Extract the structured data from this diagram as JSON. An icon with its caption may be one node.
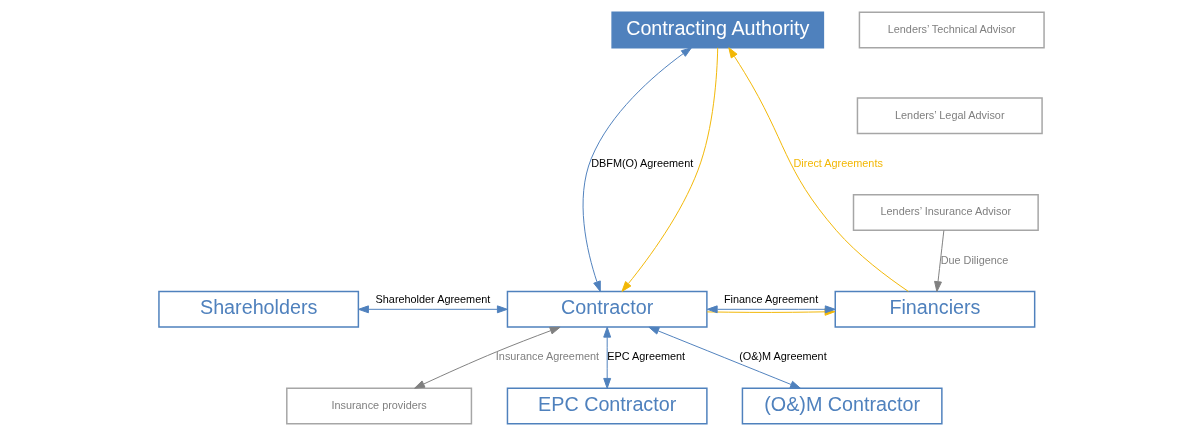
{
  "diagram": {
    "nodes": [
      {
        "text": [
          "Contracting Authority"
        ]
      },
      {
        "text": [
          "Lenders’ Technical Advisor"
        ]
      },
      {
        "text": [
          "Lenders’ Legal Advisor"
        ]
      },
      {
        "text": [
          "Lenders’ Insurance Advisor"
        ]
      },
      {
        "text": [
          "Shareholders"
        ]
      },
      {
        "text": [
          "Contractor"
        ]
      },
      {
        "text": [
          "Financiers"
        ]
      },
      {
        "text": [
          "Insurance providers"
        ]
      },
      {
        "text": [
          "EPC Contractor"
        ]
      },
      {
        "text": [
          "(O&)M Contractor"
        ]
      }
    ],
    "edges": [
      {
        "from": 0,
        "to": 5,
        "arrow": "both",
        "label": "DBFM(O) Agreement"
      },
      {
        "from": 6,
        "to": 0,
        "arrow": "to",
        "label": "Direct Agreements",
        "color": "#f2b705"
      },
      {
        "from": 0,
        "to": 5,
        "arrow": "to",
        "color": "#f2b705"
      },
      {
        "from": 5,
        "to": 6,
        "arrow": "to",
        "color": "#f2b705"
      },
      {
        "from": 3,
        "to": 6,
        "arrow": "to",
        "label": "Due Diligence",
        "color": "#808080"
      },
      {
        "from": 4,
        "to": 5,
        "arrow": "both",
        "label": "Shareholder Agreement"
      },
      {
        "from": 5,
        "to": 6,
        "arrow": "both",
        "label": "Finance Agreement"
      },
      {
        "from": 5,
        "to": 7,
        "arrow": "both",
        "label": "Insurance Agreement",
        "color": "#808080"
      },
      {
        "from": 5,
        "to": 8,
        "arrow": "both",
        "label": "EPC Agreement"
      },
      {
        "from": 5,
        "to": 9,
        "arrow": "both",
        "label": "(O&)M Agreement"
      }
    ]
  }
}
